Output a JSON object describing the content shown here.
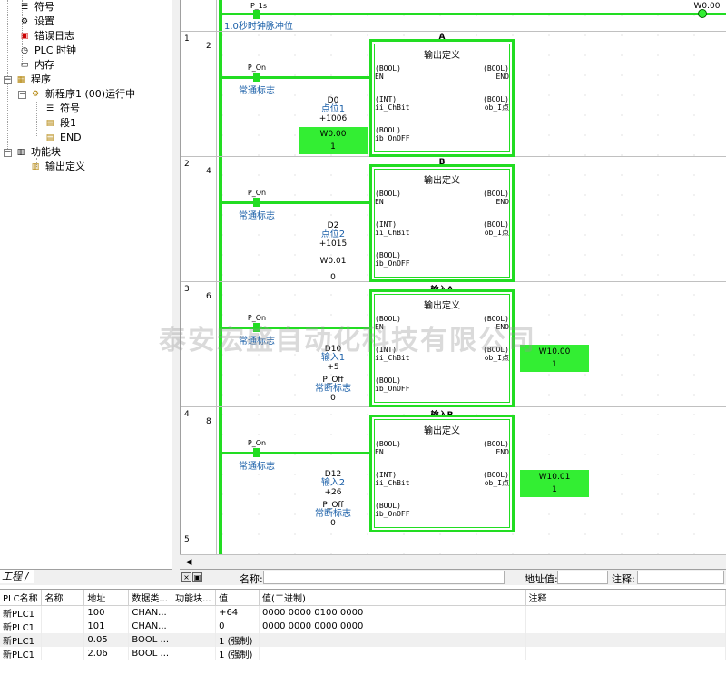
{
  "tree": {
    "items": [
      {
        "label": "符号",
        "icon": "symbol-icon",
        "level": 1
      },
      {
        "label": "设置",
        "icon": "settings-icon",
        "level": 1
      },
      {
        "label": "错误日志",
        "icon": "error-log-icon",
        "level": 1
      },
      {
        "label": "PLC 时钟",
        "icon": "clock-icon",
        "level": 1
      },
      {
        "label": "内存",
        "icon": "memory-icon",
        "level": 1
      },
      {
        "label": "程序",
        "icon": "programs-icon",
        "level": 0
      },
      {
        "label": "新程序1 (00)运行中",
        "icon": "program-icon",
        "level": 1
      },
      {
        "label": "符号",
        "icon": "symbol-icon",
        "level": 2
      },
      {
        "label": "段1",
        "icon": "section-icon",
        "level": 2
      },
      {
        "label": "END",
        "icon": "section-end-icon",
        "level": 2
      },
      {
        "label": "功能块",
        "icon": "function-block-icon",
        "level": 0
      },
      {
        "label": "输出定义",
        "icon": "fb-definition-icon",
        "level": 1
      }
    ],
    "tab_label": "工程 /"
  },
  "ladder": {
    "top_contact": {
      "name": "P_1s",
      "comment": "1.0秒时钟脉冲位"
    },
    "top_coil": {
      "name": "W0.00"
    },
    "rungs": [
      {
        "row_no": "1",
        "line_no": "2",
        "contact": "P_On",
        "contact_comment": "常通标志",
        "instance": "A",
        "fb_title": "输出定义",
        "in_addr": "D0",
        "in_comment": "点位1",
        "in_value": "+1006",
        "sw_label": "W0.00",
        "sw_value": "1",
        "out_label": "",
        "out_value": ""
      },
      {
        "row_no": "2",
        "line_no": "4",
        "contact": "P_On",
        "contact_comment": "常通标志",
        "instance": "B",
        "fb_title": "输出定义",
        "in_addr": "D2",
        "in_comment": "点位2",
        "in_value": "+1015",
        "sw_label": "W0.01",
        "sw_value": "0",
        "out_label": "",
        "out_value": ""
      },
      {
        "row_no": "3",
        "line_no": "6",
        "contact": "P_On",
        "contact_comment": "常通标志",
        "instance": "输入A",
        "fb_title": "输出定义",
        "in_addr": "D10",
        "in_comment": "输入1",
        "in_value": "+5",
        "sw_label": "P_Off",
        "sw_comment": "常断标志",
        "sw_value": "0",
        "out_label": "W10.00",
        "out_value": "1"
      },
      {
        "row_no": "4",
        "line_no": "8",
        "contact": "P_On",
        "contact_comment": "常通标志",
        "instance": "输入B",
        "fb_title": "输出定义",
        "in_addr": "D12",
        "in_comment": "输入2",
        "in_value": "+26",
        "sw_label": "P_Off",
        "sw_comment": "常断标志",
        "sw_value": "0",
        "out_label": "W10.01",
        "out_value": "1"
      }
    ],
    "last_row_no": "5",
    "pins": {
      "en_type": "(BOOL)",
      "en": "EN",
      "eno_type": "(BOOL)",
      "eno": "ENO",
      "chbit_type": "(INT)",
      "chbit": "ii_ChBit",
      "obi_type": "(BOOL)",
      "obi": "ob_I点",
      "onoff_type": "(BOOL)",
      "onoff": "ib_OnOFF"
    },
    "watermark": "泰安宏盛自动化科技有限公司"
  },
  "watch_toolbar": {
    "name_label": "名称:",
    "addr_label": "地址值:",
    "comment_label": "注释:"
  },
  "watch": {
    "columns": [
      "PLC名称",
      "名称",
      "地址",
      "数据类...",
      "功能块...",
      "值",
      "值(二进制)",
      "注释"
    ],
    "rows": [
      [
        "新PLC1",
        "",
        "100",
        "CHAN...",
        "",
        "+64",
        "0000 0000 0100 0000",
        ""
      ],
      [
        "新PLC1",
        "",
        "101",
        "CHAN...",
        "",
        "0",
        "0000 0000 0000 0000",
        ""
      ],
      [
        "新PLC1",
        "",
        "0.05",
        "BOOL ...",
        "",
        "1 (强制)",
        "",
        ""
      ],
      [
        "新PLC1",
        "",
        "2.06",
        "BOOL ...",
        "",
        "1 (强制)",
        "",
        ""
      ]
    ]
  }
}
